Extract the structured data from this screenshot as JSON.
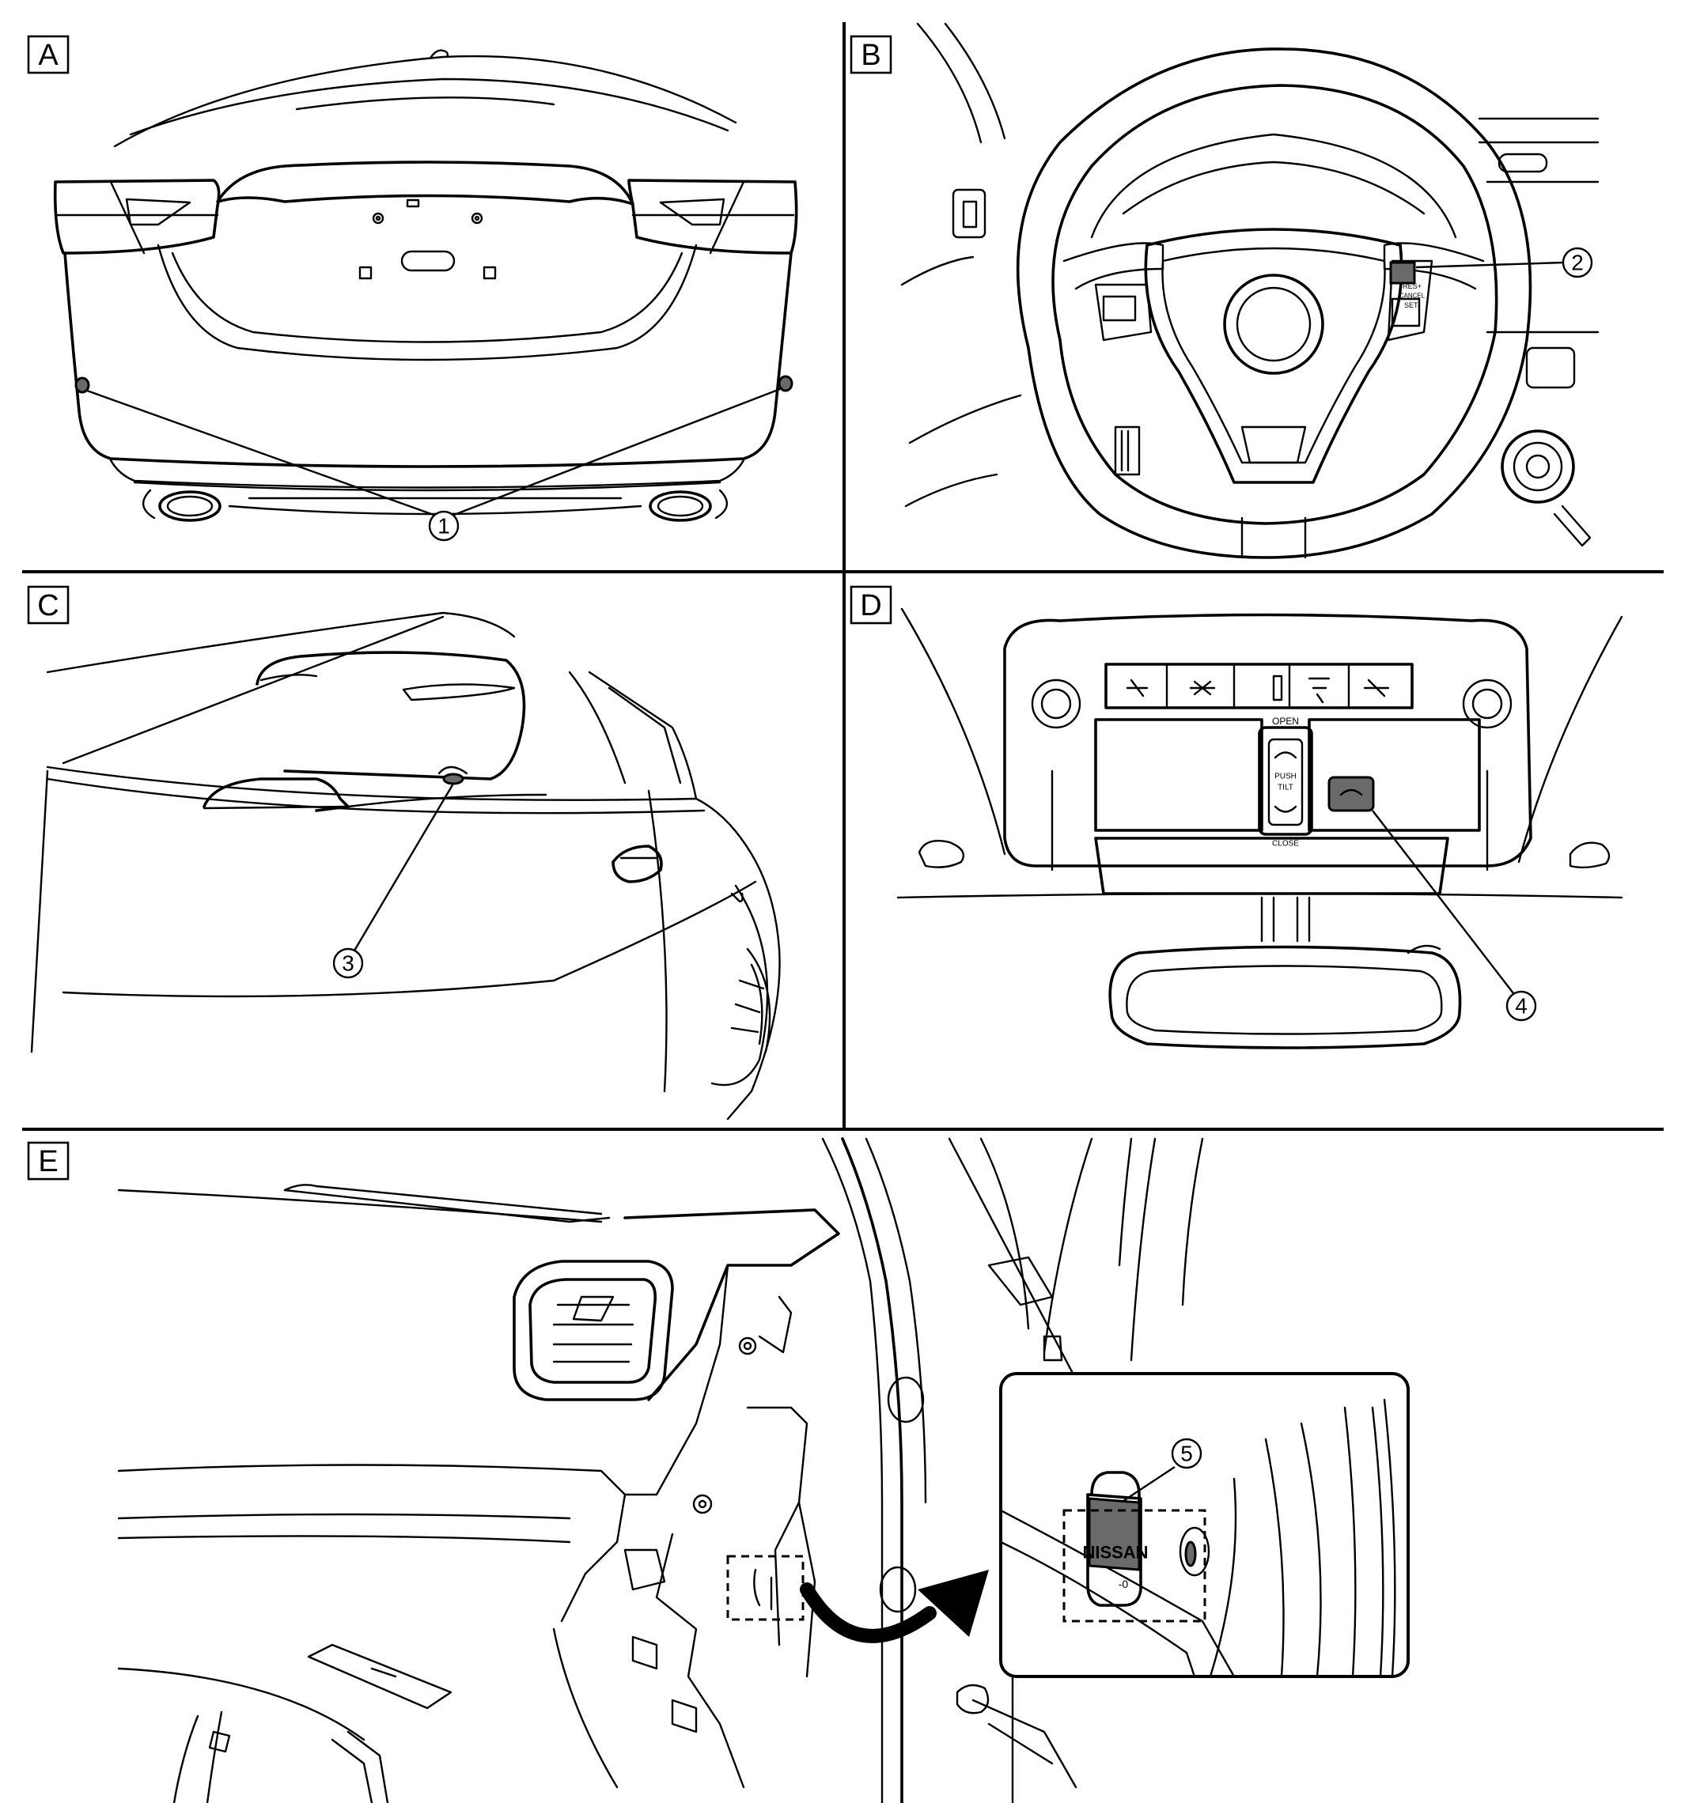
{
  "panels": [
    {
      "id": "A",
      "label": "A"
    },
    {
      "id": "B",
      "label": "B"
    },
    {
      "id": "C",
      "label": "C"
    },
    {
      "id": "D",
      "label": "D"
    },
    {
      "id": "E",
      "label": "E"
    }
  ],
  "callouts": [
    {
      "id": "1",
      "label": "1"
    },
    {
      "id": "2",
      "label": "2"
    },
    {
      "id": "3",
      "label": "3"
    },
    {
      "id": "4",
      "label": "4"
    },
    {
      "id": "5",
      "label": "5"
    }
  ],
  "overhead_console": {
    "open_label": "OPEN",
    "close_label": "CLOSE",
    "push_label": "PUSH",
    "tilt_label": "TILT"
  },
  "steering_switch": {
    "res_label": "RES+",
    "cancel_label": "CANCEL",
    "set_label": "SET-"
  },
  "sticker": {
    "brand_label": "NISSAN",
    "code_label": "-0"
  },
  "colors": {
    "line": "#000000",
    "highlight": "#6a6a6a",
    "background": "#ffffff"
  }
}
